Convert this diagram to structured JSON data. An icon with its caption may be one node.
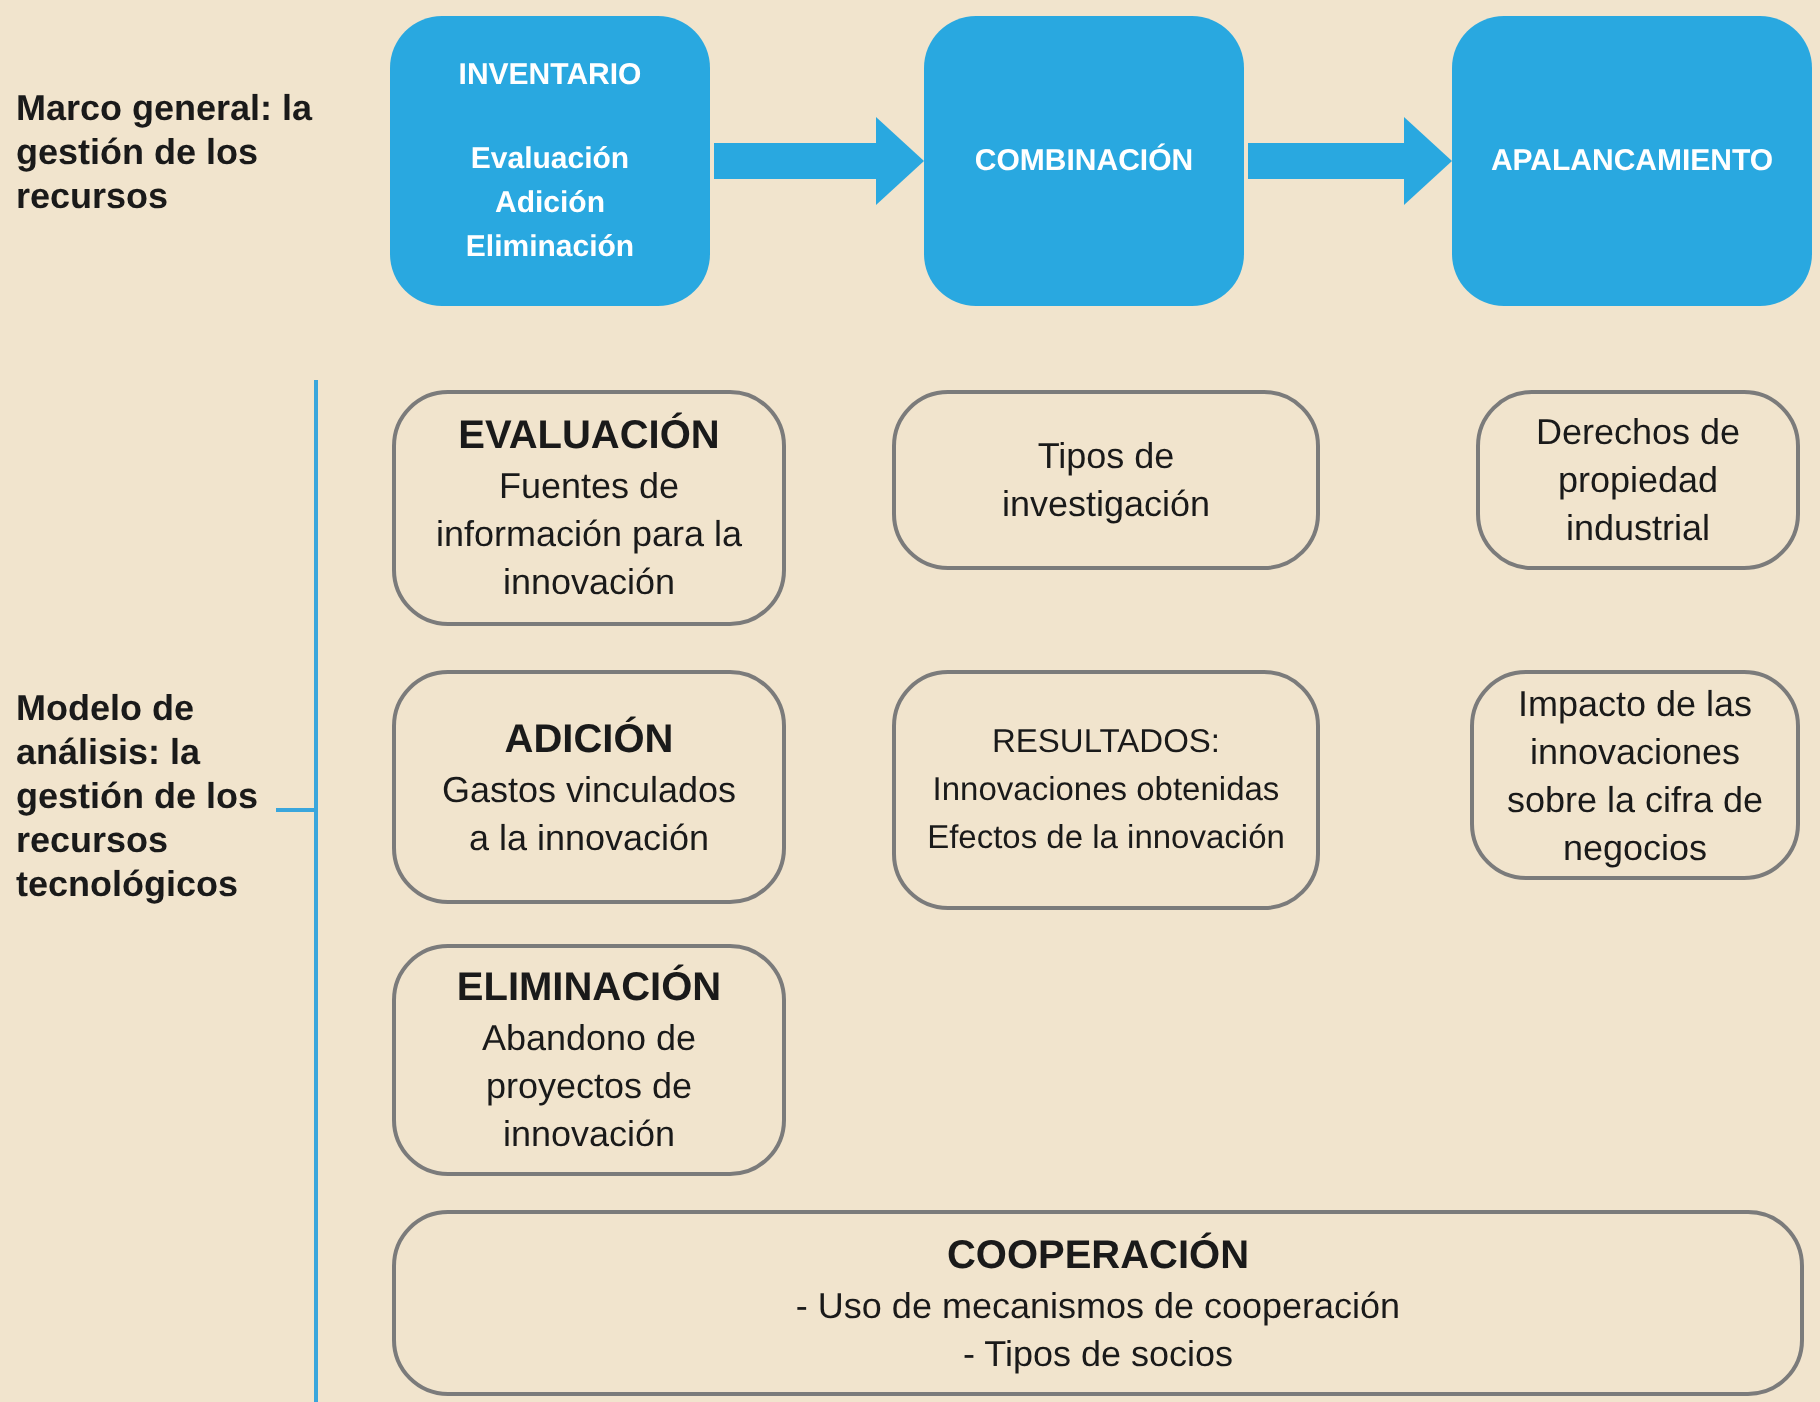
{
  "diagram": {
    "nodes": [
      {
        "text": [
          "INVENTARIO",
          "Evaluación Adición Eliminación"
        ]
      },
      {
        "text": [
          "COMBINACIÓN"
        ]
      },
      {
        "text": [
          "APALANCAMIENTO"
        ]
      },
      {
        "text": [
          "EVALUACIÓN",
          "Fuentes de información para la innovación"
        ]
      },
      {
        "text": [
          "Tipos de investigación"
        ]
      },
      {
        "text": [
          "Derechos de propiedad industrial"
        ]
      },
      {
        "text": [
          "ADICIÓN",
          "Gastos vinculados a la innovación"
        ]
      },
      {
        "text": [
          "RESULTADOS:",
          "Innovaciones obtenidas",
          "Efectos de la innovación"
        ]
      },
      {
        "text": [
          "Impacto de las innovaciones sobre la cifra de negocios"
        ]
      },
      {
        "text": [
          "ELIMINACIÓN",
          "Abandono de proyectos de innovación"
        ]
      },
      {
        "text": [
          "COOPERACIÓN",
          "- Uso de mecanismos de cooperación",
          "- Tipos de socios"
        ]
      }
    ],
    "edges": [
      {
        "from": 0,
        "to": 1,
        "arrow": "to"
      },
      {
        "from": 1,
        "to": 2,
        "arrow": "to"
      }
    ],
    "labels": [
      "Marco general: la gestión de los recursos",
      "Modelo de análisis: la gestión de los recursos tecnológicos"
    ]
  }
}
